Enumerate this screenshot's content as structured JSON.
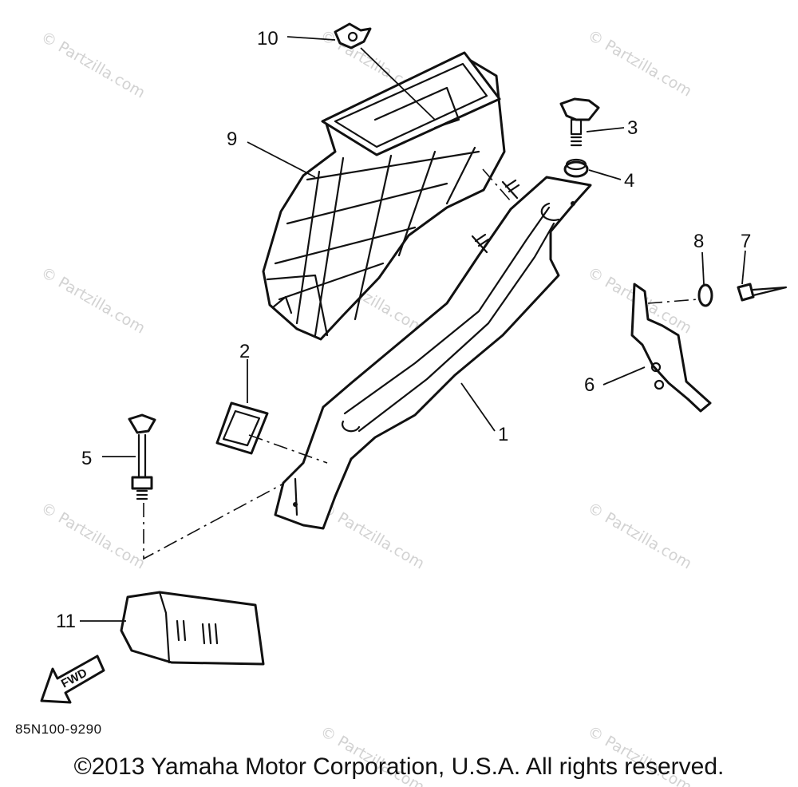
{
  "diagram": {
    "callouts": {
      "p1": "1",
      "p2": "2",
      "p3": "3",
      "p4": "4",
      "p5": "5",
      "p6": "6",
      "p7": "7",
      "p8": "8",
      "p9": "9",
      "p10": "10",
      "p11": "11"
    },
    "fwd_label": "FWD",
    "diagram_code": "85N100-9290",
    "watermark": "© Partzilla.com",
    "copyright": "©2013 Yamaha Motor Corporation, U.S.A. All rights reserved."
  }
}
